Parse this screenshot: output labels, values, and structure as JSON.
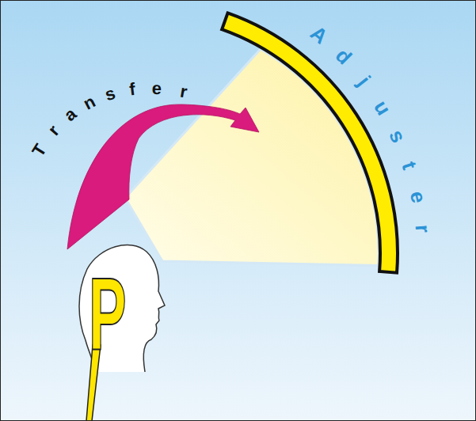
{
  "diagram": {
    "labels": [
      "Transfer",
      "Adjuster",
      "P"
    ]
  }
}
